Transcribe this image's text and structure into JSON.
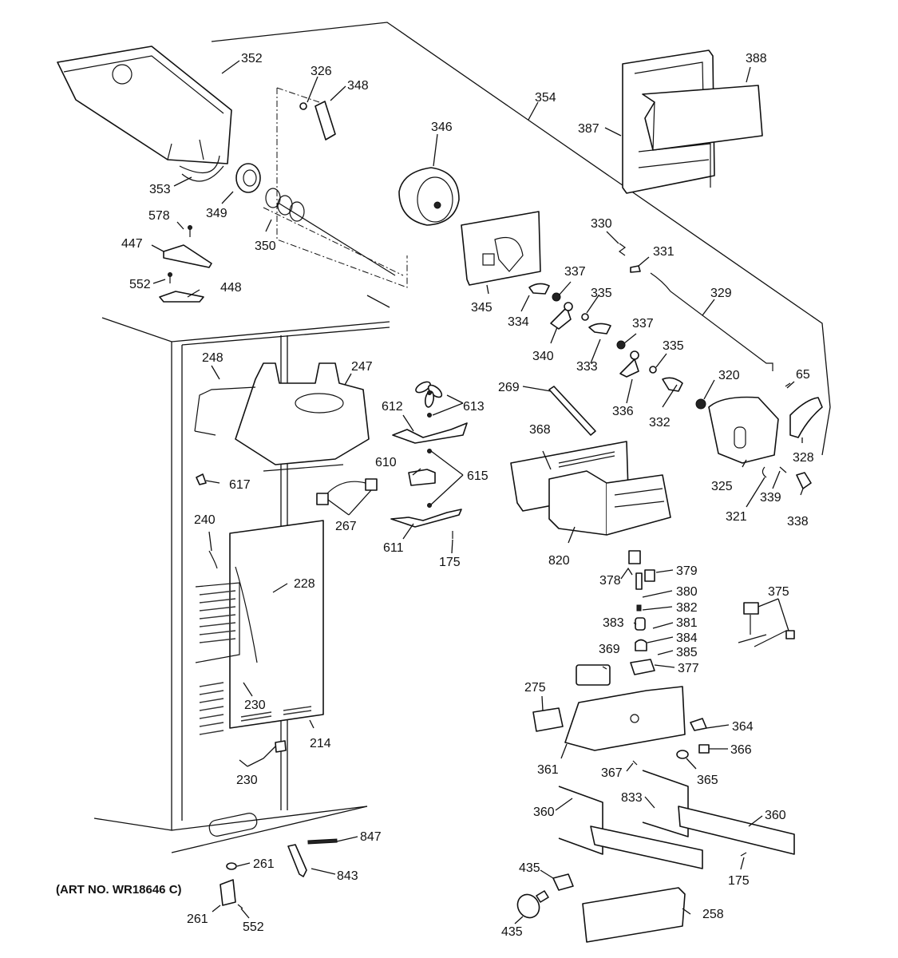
{
  "diagram": {
    "title": "Ice Maker & Dispenser Exploded Parts View",
    "art_number": "(ART NO. WR18646 C)",
    "parts": [
      {
        "id": "352",
        "label": "352"
      },
      {
        "id": "326",
        "label": "326"
      },
      {
        "id": "348",
        "label": "348"
      },
      {
        "id": "346",
        "label": "346"
      },
      {
        "id": "354",
        "label": "354"
      },
      {
        "id": "388",
        "label": "388"
      },
      {
        "id": "387",
        "label": "387"
      },
      {
        "id": "353",
        "label": "353"
      },
      {
        "id": "349",
        "label": "349"
      },
      {
        "id": "578",
        "label": "578"
      },
      {
        "id": "350",
        "label": "350"
      },
      {
        "id": "447",
        "label": "447"
      },
      {
        "id": "552a",
        "label": "552"
      },
      {
        "id": "448",
        "label": "448"
      },
      {
        "id": "330",
        "label": "330"
      },
      {
        "id": "331",
        "label": "331"
      },
      {
        "id": "345",
        "label": "345"
      },
      {
        "id": "337a",
        "label": "337"
      },
      {
        "id": "334",
        "label": "334"
      },
      {
        "id": "335a",
        "label": "335"
      },
      {
        "id": "329",
        "label": "329"
      },
      {
        "id": "340",
        "label": "340"
      },
      {
        "id": "337b",
        "label": "337"
      },
      {
        "id": "333",
        "label": "333"
      },
      {
        "id": "335b",
        "label": "335"
      },
      {
        "id": "248",
        "label": "248"
      },
      {
        "id": "247",
        "label": "247"
      },
      {
        "id": "269",
        "label": "269"
      },
      {
        "id": "320",
        "label": "320"
      },
      {
        "id": "65",
        "label": "65"
      },
      {
        "id": "336",
        "label": "336"
      },
      {
        "id": "332",
        "label": "332"
      },
      {
        "id": "613",
        "label": "613"
      },
      {
        "id": "612",
        "label": "612"
      },
      {
        "id": "368",
        "label": "368"
      },
      {
        "id": "328",
        "label": "328"
      },
      {
        "id": "325",
        "label": "325"
      },
      {
        "id": "610",
        "label": "610"
      },
      {
        "id": "615",
        "label": "615"
      },
      {
        "id": "617",
        "label": "617"
      },
      {
        "id": "339",
        "label": "339"
      },
      {
        "id": "321",
        "label": "321"
      },
      {
        "id": "338",
        "label": "338"
      },
      {
        "id": "267",
        "label": "267"
      },
      {
        "id": "240",
        "label": "240"
      },
      {
        "id": "611",
        "label": "611"
      },
      {
        "id": "175a",
        "label": "175"
      },
      {
        "id": "820",
        "label": "820"
      },
      {
        "id": "228",
        "label": "228"
      },
      {
        "id": "378",
        "label": "378"
      },
      {
        "id": "379",
        "label": "379"
      },
      {
        "id": "380",
        "label": "380"
      },
      {
        "id": "375",
        "label": "375"
      },
      {
        "id": "382",
        "label": "382"
      },
      {
        "id": "383",
        "label": "383"
      },
      {
        "id": "381",
        "label": "381"
      },
      {
        "id": "384",
        "label": "384"
      },
      {
        "id": "385",
        "label": "385"
      },
      {
        "id": "369",
        "label": "369"
      },
      {
        "id": "377",
        "label": "377"
      },
      {
        "id": "275",
        "label": "275"
      },
      {
        "id": "230a",
        "label": "230"
      },
      {
        "id": "214",
        "label": "214"
      },
      {
        "id": "364",
        "label": "364"
      },
      {
        "id": "366",
        "label": "366"
      },
      {
        "id": "361",
        "label": "361"
      },
      {
        "id": "230b",
        "label": "230"
      },
      {
        "id": "367",
        "label": "367"
      },
      {
        "id": "365",
        "label": "365"
      },
      {
        "id": "833",
        "label": "833"
      },
      {
        "id": "360a",
        "label": "360"
      },
      {
        "id": "360b",
        "label": "360"
      },
      {
        "id": "847",
        "label": "847"
      },
      {
        "id": "261a",
        "label": "261"
      },
      {
        "id": "843",
        "label": "843"
      },
      {
        "id": "175b",
        "label": "175"
      },
      {
        "id": "435a",
        "label": "435"
      },
      {
        "id": "258",
        "label": "258"
      },
      {
        "id": "261b",
        "label": "261"
      },
      {
        "id": "552b",
        "label": "552"
      },
      {
        "id": "435b",
        "label": "435"
      }
    ]
  }
}
